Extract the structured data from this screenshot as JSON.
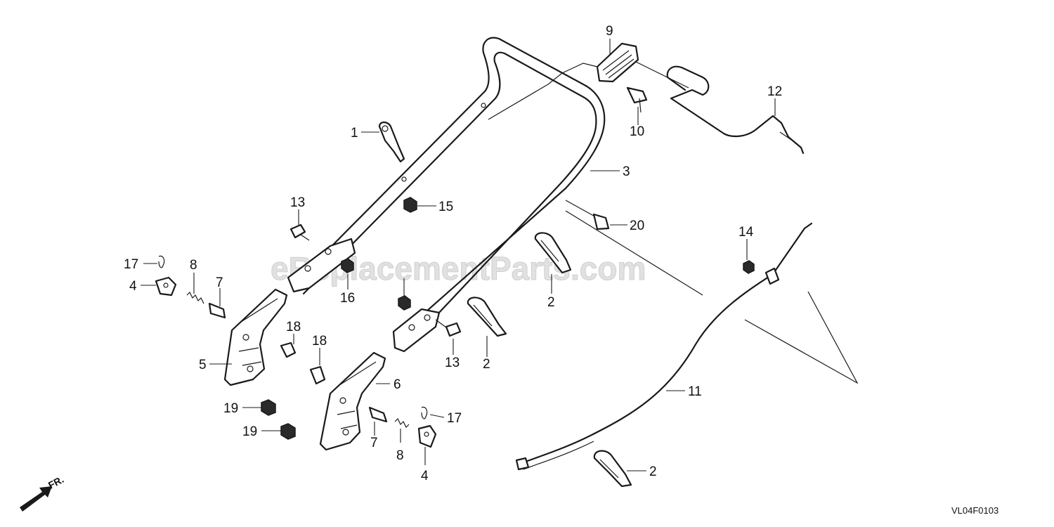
{
  "watermark": "eReplacementParts.com",
  "diagram_code": "VL04F0103",
  "direction_marker": "FR.",
  "callouts": [
    "1",
    "2",
    "2",
    "2",
    "3",
    "4",
    "4",
    "5",
    "6",
    "7",
    "7",
    "8",
    "8",
    "9",
    "10",
    "11",
    "12",
    "13",
    "13",
    "14",
    "15",
    "16",
    "17",
    "17",
    "18",
    "18",
    "19",
    "19",
    "20"
  ]
}
